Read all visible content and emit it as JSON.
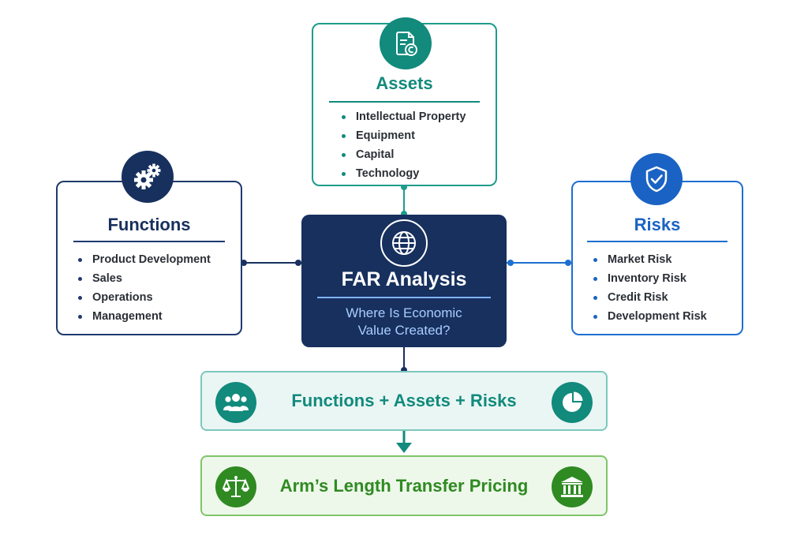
{
  "assets": {
    "title": "Assets",
    "icon": "document-copyright-icon",
    "color": "#128a7c",
    "items": [
      "Intellectual Property",
      "Equipment",
      "Capital",
      "Technology"
    ]
  },
  "functions": {
    "title": "Functions",
    "icon": "gears-icon",
    "color": "#17305e",
    "items": [
      "Product Development",
      "Sales",
      "Operations",
      "Management"
    ]
  },
  "risks": {
    "title": "Risks",
    "icon": "shield-check-icon",
    "color": "#1a63c4",
    "items": [
      "Market Risk",
      "Inventory Risk",
      "Credit Risk",
      "Development Risk"
    ]
  },
  "center": {
    "icon": "globe-icon",
    "title": "FAR Analysis",
    "subtitle_line1": "Where Is Economic",
    "subtitle_line2": "Value Created?",
    "color": "#17305e"
  },
  "summary_band": {
    "label": "Functions + Assets + Risks",
    "left_icon": "people-group-icon",
    "right_icon": "pie-chart-icon",
    "color": "#128a7c"
  },
  "result_band": {
    "label": "Arm’s Length Transfer Pricing",
    "left_icon": "scales-icon",
    "right_icon": "bank-building-icon",
    "color": "#2f8a22"
  }
}
